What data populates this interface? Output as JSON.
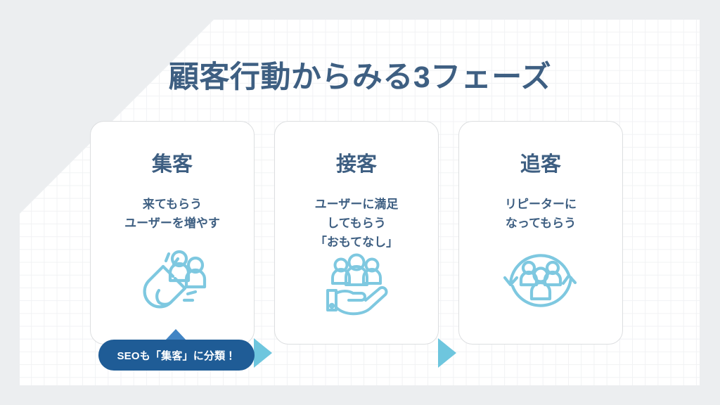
{
  "slide": {
    "title": "顧客行動からみる3フェーズ",
    "background_color": "#eceef0",
    "sheet_color": "#ffffff",
    "grid_line_color": "#f1f2f4",
    "accent_color": "#6ec6de",
    "text_color": "#3e5f82",
    "badge_color": "#1f5c96",
    "badge_pointer_color": "#4184c4"
  },
  "phases": [
    {
      "title": "集客",
      "description": "来てもらう\nユーザーを増やす",
      "icon": "magnet-attracting-people-icon"
    },
    {
      "title": "接客",
      "description": "ユーザーに満足\nしてもらう\n「おもてなし」",
      "icon": "hand-holding-people-icon"
    },
    {
      "title": "追客",
      "description": "リピーターに\nなってもらう",
      "icon": "people-cycle-arrows-icon"
    }
  ],
  "arrows": [
    {
      "name": "arrow-phase-1-to-2"
    },
    {
      "name": "arrow-phase-2-to-3"
    }
  ],
  "badge": {
    "label": "SEOも「集客」に分類！"
  }
}
